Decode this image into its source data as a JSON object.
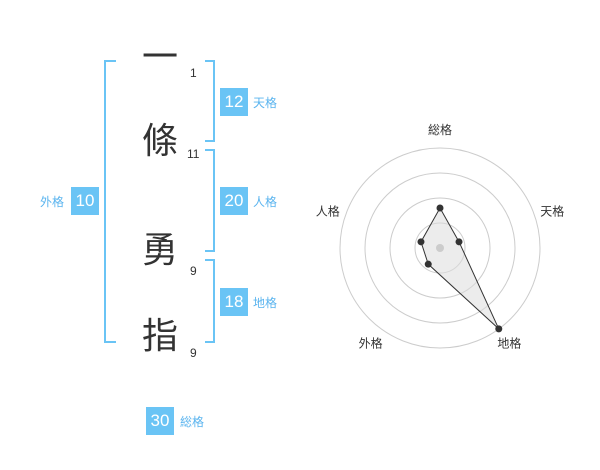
{
  "name": {
    "characters": [
      {
        "char": "一",
        "strokes": "1"
      },
      {
        "char": "條",
        "strokes": "11"
      },
      {
        "char": "勇",
        "strokes": "9"
      },
      {
        "char": "指",
        "strokes": "9"
      }
    ]
  },
  "fortune": {
    "tenkaku": {
      "value": "12",
      "label": "天格"
    },
    "jinkaku": {
      "value": "20",
      "label": "人格"
    },
    "chikaku": {
      "value": "18",
      "label": "地格"
    },
    "gaikaku": {
      "value": "10",
      "label": "外格"
    },
    "soukaku": {
      "value": "30",
      "label": "総格"
    }
  },
  "chart_data": {
    "type": "radar",
    "axes": [
      "総格",
      "天格",
      "地格",
      "外格",
      "人格"
    ],
    "values": [
      2,
      1,
      5,
      1,
      1
    ],
    "max": 5,
    "grid_rings": 4,
    "accent_color": "#6ac4f5"
  }
}
